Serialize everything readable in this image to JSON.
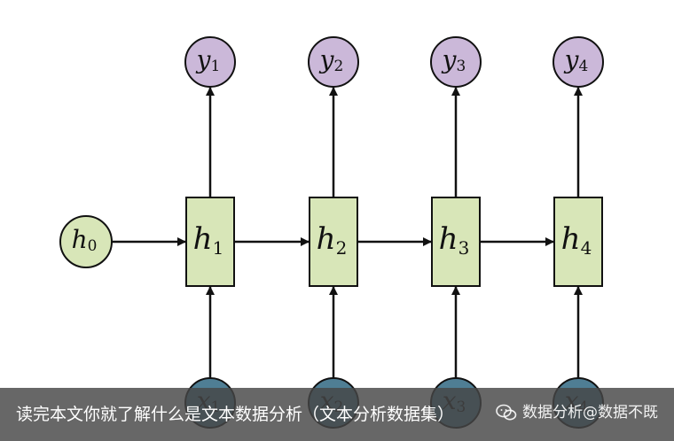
{
  "diagram": {
    "initial_state": {
      "symbol": "h",
      "subscript": "0"
    },
    "hidden_states": [
      {
        "symbol": "h",
        "subscript": "1"
      },
      {
        "symbol": "h",
        "subscript": "2"
      },
      {
        "symbol": "h",
        "subscript": "3"
      },
      {
        "symbol": "h",
        "subscript": "4"
      }
    ],
    "outputs": [
      {
        "symbol": "y",
        "subscript": "1"
      },
      {
        "symbol": "y",
        "subscript": "2"
      },
      {
        "symbol": "y",
        "subscript": "3"
      },
      {
        "symbol": "y",
        "subscript": "4"
      }
    ],
    "inputs": [
      {
        "symbol": "x",
        "subscript": "1"
      },
      {
        "symbol": "x",
        "subscript": "2"
      },
      {
        "symbol": "x",
        "subscript": "3"
      },
      {
        "symbol": "x",
        "subscript": "4"
      }
    ],
    "colors": {
      "output_fill": "#cbb8d9",
      "state_fill": "#d8e6b8",
      "input_fill": "#4f7e94",
      "stroke": "#111111"
    }
  },
  "caption": {
    "text": "读完本文你就了解什么是文本数据分析（文本分析数据集）",
    "watermark": "数据分析@数据不既"
  }
}
